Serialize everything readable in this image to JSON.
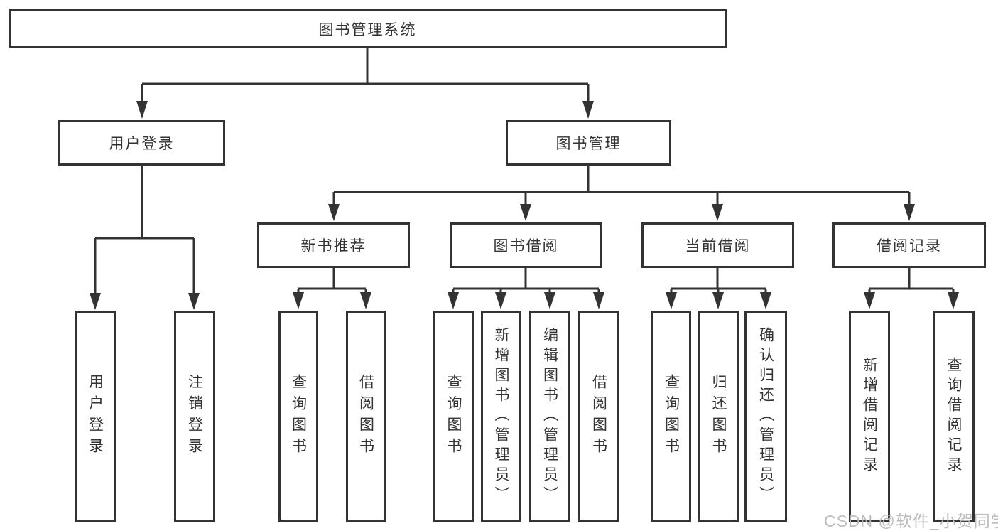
{
  "diagram": {
    "root": {
      "label": "图书管理系统"
    },
    "level2": [
      {
        "label": "用户登录",
        "children": [
          "用户登录",
          "注销登录"
        ]
      },
      {
        "label": "图书管理",
        "modules": [
          {
            "label": "新书推荐",
            "children": [
              "查询图书",
              "借阅图书"
            ]
          },
          {
            "label": "图书借阅",
            "children": [
              "查询图书",
              "新增图书（管理员）",
              "编辑图书（管理员）",
              "借阅图书"
            ]
          },
          {
            "label": "当前借阅",
            "children": [
              "查询图书",
              "归还图书",
              "确认归还（管理员）"
            ]
          },
          {
            "label": "借阅记录",
            "children": [
              "新增借阅记录",
              "查询借阅记录"
            ]
          }
        ]
      }
    ],
    "colors": {
      "line": "#333333",
      "box_background": "#ffffff",
      "text": "#333333"
    }
  },
  "watermark": {
    "text": "CSDN @软件_小贺同学",
    "color": "#bcbcbc"
  }
}
